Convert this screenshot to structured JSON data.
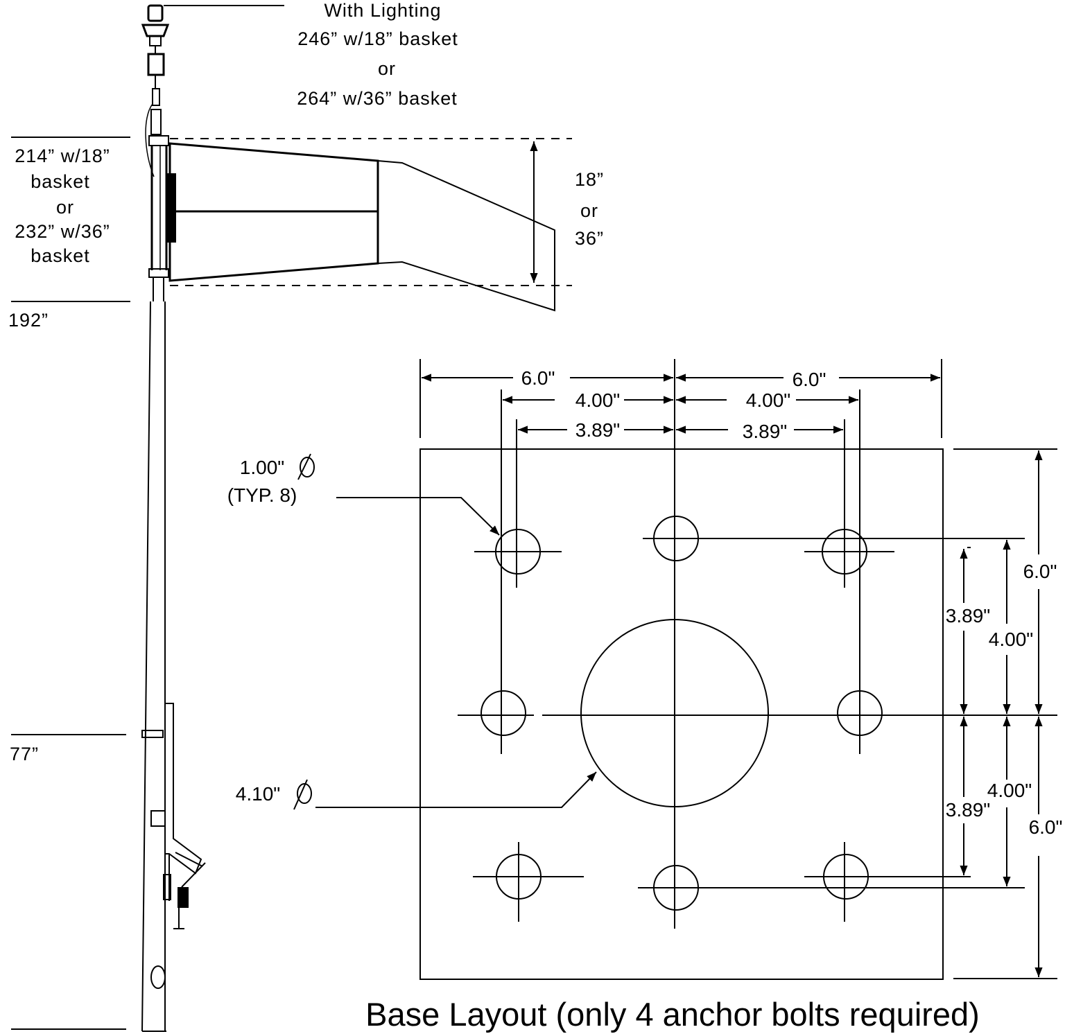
{
  "pole": {
    "lighting_title": "With Lighting",
    "lighting_line1": "246” w/18” basket",
    "lighting_or": "or",
    "lighting_line2": "264” w/36” basket",
    "basket_line1": "214” w/18”",
    "basket_line2": "basket",
    "basket_or": "or",
    "basket_line3": "232” w/36”",
    "basket_line4": "basket",
    "h192": "192”",
    "h77": "77”",
    "sock_line1": "18”",
    "sock_or": "or",
    "sock_line2": "36”"
  },
  "base": {
    "top_left_6": "6.0\"",
    "top_right_6": "6.0\"",
    "top_left_4": "4.00\"",
    "top_right_4": "4.00\"",
    "top_left_389": "3.89\"",
    "top_right_389": "3.89\"",
    "hole_dia": "1.00\"",
    "hole_typ": "(TYP. 8)",
    "center_dia": "4.10\"",
    "right_upper_6": "6.0\"",
    "right_upper_4": "4.00\"",
    "right_upper_389": "3.89\"",
    "right_lower_389": "3.89\"",
    "right_lower_4": "4.00\"",
    "right_lower_6": "6.0\"",
    "caption": "Base Layout (only 4 anchor bolts required)"
  }
}
